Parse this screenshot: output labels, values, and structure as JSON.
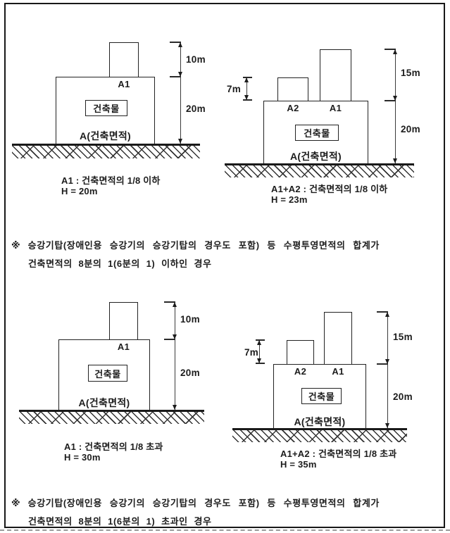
{
  "colors": {
    "ink": "#1c1c1c",
    "background": "#ffffff"
  },
  "figures": {
    "top_left": {
      "tower_label": "A1",
      "building_label": "건축물",
      "area_label": "A(건축면적)",
      "dim_tower": "10m",
      "dim_building": "20m",
      "caption_rule": "A1 : 건축면적의 1/8 이하",
      "caption_height": "H = 20m"
    },
    "top_right": {
      "tower_label": "A1",
      "tower2_label": "A2",
      "building_label": "건축물",
      "area_label": "A(건축면적)",
      "dim_tower2": "7m",
      "dim_tower": "15m",
      "dim_building": "20m",
      "caption_rule": "A1+A2 : 건축면적의 1/8 이하",
      "caption_height": "H = 23m"
    },
    "bottom_left": {
      "tower_label": "A1",
      "building_label": "건축물",
      "area_label": "A(건축면적)",
      "dim_tower": "10m",
      "dim_building": "20m",
      "caption_rule": "A1 : 건축면적의 1/8 초과",
      "caption_height": "H = 30m"
    },
    "bottom_right": {
      "tower_label": "A1",
      "tower2_label": "A2",
      "building_label": "건축물",
      "area_label": "A(건축면적)",
      "dim_tower2": "7m",
      "dim_tower": "15m",
      "dim_building": "20m",
      "caption_rule": "A1+A2 : 건축면적의 1/8 초과",
      "caption_height": "H = 35m"
    }
  },
  "notes": {
    "upper": {
      "marker": "※",
      "line1": "승강기탑(장애인용 승강기의 승강기탑의 경우도 포함) 등 수평투영면적의 합계가",
      "line2": "건축면적의 8분의 1(6분의 1) 이하인 경우"
    },
    "lower": {
      "marker": "※",
      "line1": "승강기탑(장애인용 승강기의 승강기탑의 경우도 포함) 등 수평투영면적의 합계가",
      "line2": "건축면적의 8분의 1(6분의 1) 초과인 경우"
    }
  }
}
